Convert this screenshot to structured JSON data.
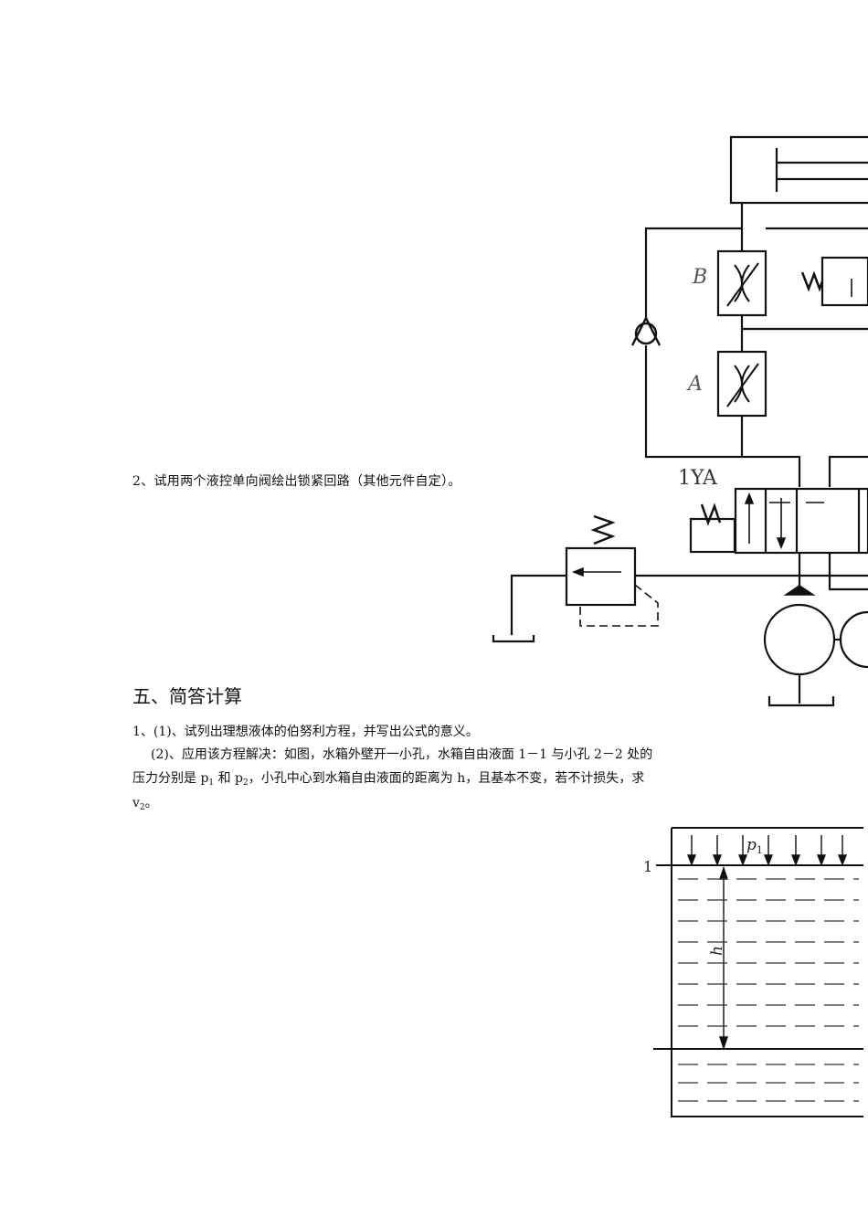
{
  "question2": "2、试用两个液控单向阀绘出锁紧回路（其他元件自定）。",
  "section_title": "五、简答计算",
  "q1": {
    "part1": "1、(1)、试列出理想液体的伯努利方程，并写出公式的意义。",
    "part2": "(2)、应用该方程解决：如图，水箱外壁开一小孔，水箱自由液面 1－1 与小孔 2－2 处的",
    "part3_a": "压力分别是 p",
    "part3_sub1": "1",
    "part3_b": " 和 p",
    "part3_sub2": "2",
    "part3_c": "，小孔中心到水箱自由液面的距离为 h，且基本不变，若不计损失，求",
    "part4_a": "v",
    "part4_sub": "2",
    "part4_b": "。"
  },
  "hydraulic_diagram": {
    "label_b": "B",
    "label_a": "A",
    "label_solenoid": "1YA"
  },
  "tank_diagram": {
    "label_surface": "1",
    "label_pressure": "p",
    "label_pressure_sub": "1",
    "label_height": "h"
  }
}
